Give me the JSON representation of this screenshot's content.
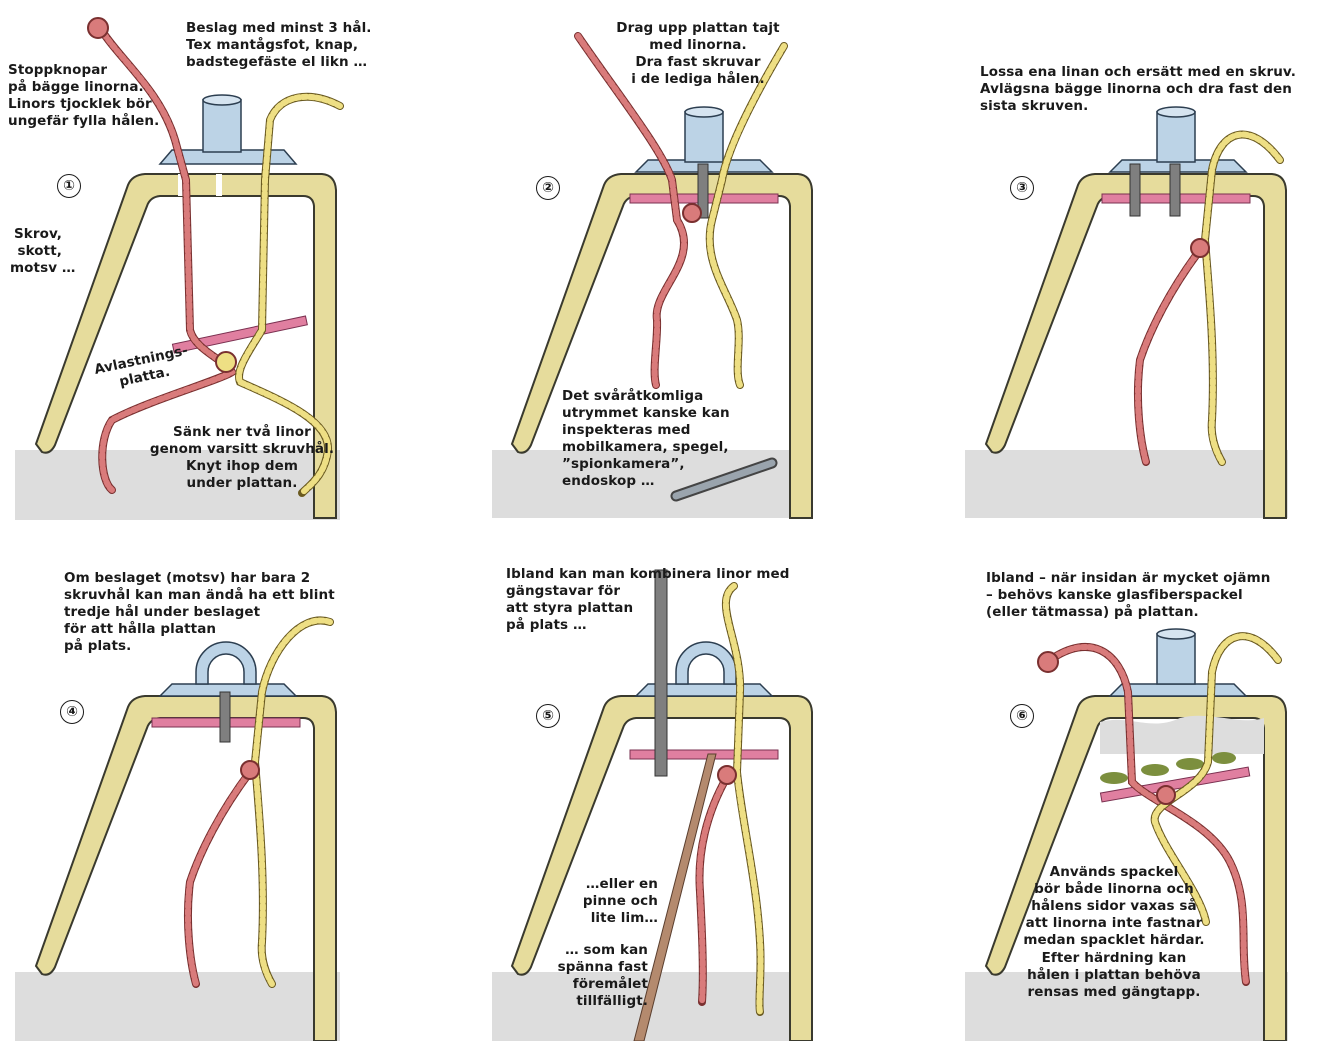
{
  "colors": {
    "hull": "#e6dc9c",
    "hull_outline": "#3a3a2e",
    "inside": "#dddddd",
    "plate": "#e07fa0",
    "fitting": "#bcd3e6",
    "red_rope": "#d97b7b",
    "yellow_rope": "#eedf84",
    "screw": "#7f7f7f",
    "stick": "#b48a6e",
    "filler": "#7c8f3e"
  },
  "panels": [
    {
      "number": "①",
      "fitting_icon": "tube-fitting-icon",
      "texts": {
        "fitting": "Beslag med minst 3 hål.\nTex mantågsfot, knap,\nbadstegefäste el likn …",
        "stopknot": "Stoppknopar\npå bägge linorna.\nLinors tjocklek bör\nungefär fylla hålen.",
        "hull": "Skrov,\nskott,\nmotsv …",
        "plate": "Avlastnings-\nplatta.",
        "instruction": "Sänk ner två linor\ngenom varsitt skruvhål.\nKnyt ihop dem\nunder plattan."
      }
    },
    {
      "number": "②",
      "fitting_icon": "tube-fitting-icon",
      "texts": {
        "pull": "Drag upp plattan tajt\nmed linorna.\nDra fast skruvar\ni de lediga hålen.",
        "inspect": "Det svåråtkomliga\nutrymmet kanske kan\ninspekteras med\nmobilkamera, spegel,\n”spionkamera”,\nendoskop …"
      }
    },
    {
      "number": "③",
      "fitting_icon": "tube-fitting-icon",
      "texts": {
        "replace": "Lossa ena linan och ersätt med en skruv.\nAvlägsna bägge linorna och dra fast den\nsista skruven."
      }
    },
    {
      "number": "④",
      "fitting_icon": "eye-bolt-icon",
      "texts": {
        "twohole": "Om beslaget (motsv) har bara 2\nskruvhål kan man ändå ha ett blint\ntredje hål under beslaget\nför att hålla plattan\npå plats."
      }
    },
    {
      "number": "⑤",
      "fitting_icon": "eye-bolt-icon",
      "texts": {
        "combine": "Ibland kan man kombinera linor med\ngängstavar för\natt styra plattan\npå plats …",
        "stick": "…eller en\npinne och\nlite lim…",
        "tension": "… som kan\nspänna fast\nföremålet\ntillfälligt."
      }
    },
    {
      "number": "⑥",
      "fitting_icon": "tube-fitting-icon",
      "texts": {
        "uneven": "Ibland – när insidan är mycket ojämn\n– behövs kanske glasfiberspackel\n(eller tätmassa) på plattan.",
        "wax": "Används spackel\nbör både linorna och\nhålens sidor vaxas så\natt linorna inte fastnar\nmedan spacklet härdar.",
        "tap": "Efter härdning kan\nhålen i plattan behöva\nrensas med gängtapp."
      }
    }
  ]
}
